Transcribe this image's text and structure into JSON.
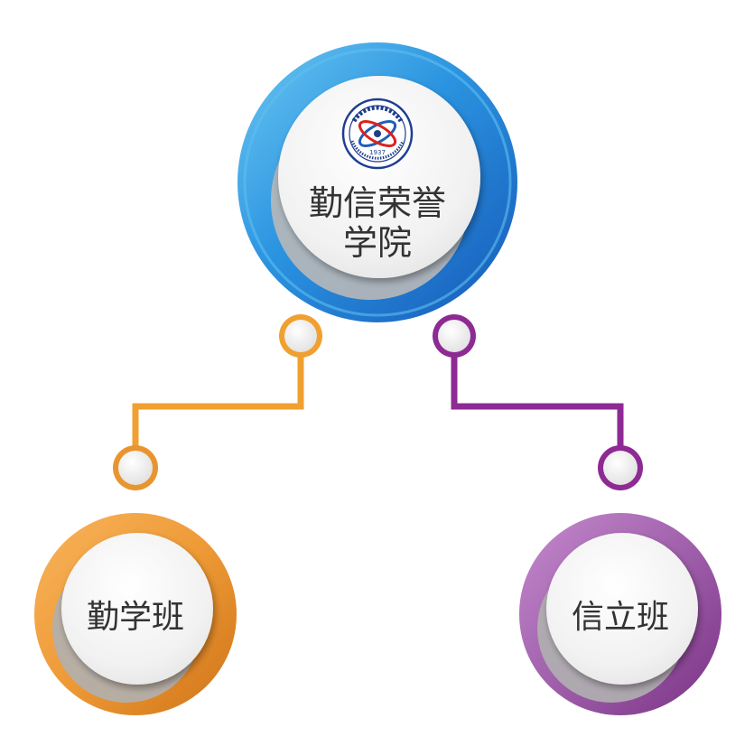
{
  "colors": {
    "root_ring": "#1e7fd6",
    "root_ring_light": "#4fb3ee",
    "left_ring": "#e6891f",
    "left_ring_light": "#f6b25a",
    "right_ring": "#8e3f99",
    "right_ring_light": "#c07fc9",
    "connector_left": "#f0a030",
    "connector_right": "#8e2a94",
    "disc": "#f2f2f2"
  },
  "root": {
    "line1": "勤信荣誉",
    "line2": "学院",
    "logo_icon": "university-seal-icon",
    "logo_year": "1937"
  },
  "children": [
    {
      "label": "勤学班"
    },
    {
      "label": "信立班"
    }
  ]
}
